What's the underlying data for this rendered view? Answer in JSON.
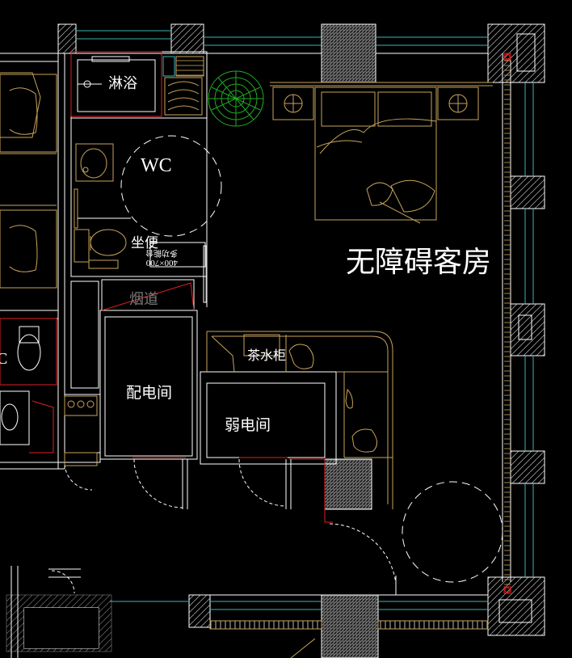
{
  "rooms": {
    "shower": "淋浴",
    "wc": "WC",
    "toilet": "坐便",
    "room_title": "无障碍客房",
    "flue": "烟道",
    "tea_cabinet": "茶水柜",
    "power_room": "配电间",
    "weak_power_room": "弱电间",
    "partial_left_c": "C"
  },
  "annotations": {
    "mirror_text": "多功能台",
    "mirror_size": "400×700"
  },
  "colors": {
    "background": "#000000",
    "wall": "#ffffff",
    "furniture": "#c9a35a",
    "glass": "#3fb5b5",
    "red_line": "#e02020",
    "hatch": "#9a9a9a",
    "plant": "#22aa22"
  }
}
